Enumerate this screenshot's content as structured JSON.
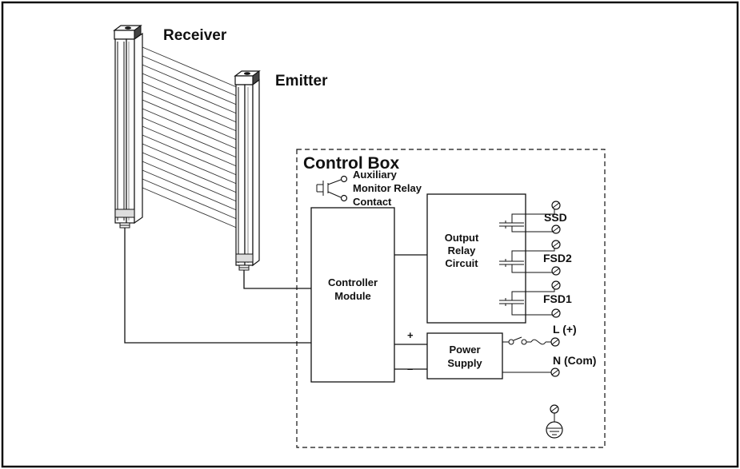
{
  "labels": {
    "receiver": "Receiver",
    "emitter": "Emitter",
    "control_box": "Control Box",
    "aux_line1": "Auxiliary",
    "aux_line2": "Monitor Relay",
    "aux_line3": "Contact",
    "controller_line1": "Controller",
    "controller_line2": "Module",
    "output_line1": "Output",
    "output_line2": "Relay",
    "output_line3": "Circuit",
    "power_line1": "Power",
    "power_line2": "Supply",
    "plus": "+",
    "minus": "–"
  },
  "terminals": {
    "ssd": "SSD",
    "fsd2": "FSD2",
    "fsd1": "FSD1",
    "line": "L (+)",
    "neutral": "N (Com)"
  },
  "colors": {
    "ink": "#111111",
    "background": "#ffffff"
  }
}
